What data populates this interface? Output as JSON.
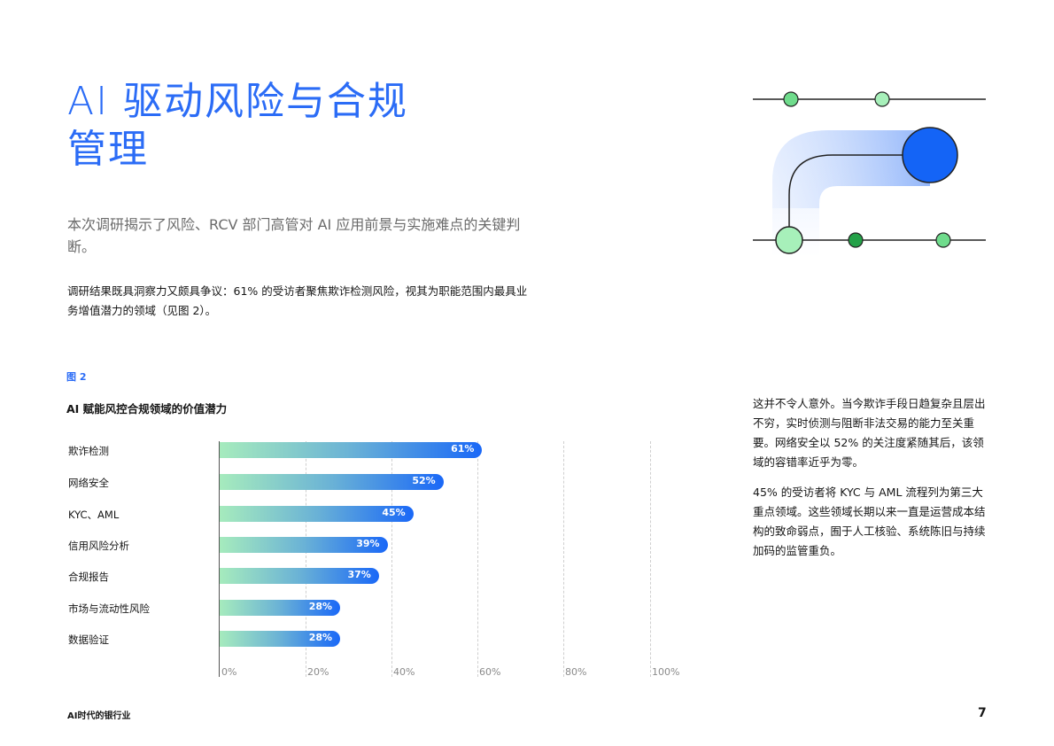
{
  "page": {
    "title_line1": "AI 驱动风险与合规",
    "title_line2": "管理",
    "lead": "本次调研揭示了风险、RCV 部门高管对 AI 应用前景与实施难点的关键判断。",
    "body1": "调研结果既具洞察力又颇具争议：61% 的受访者聚焦欺诈检测风险，视其为职能范围内最具业务增值潜力的领域（见图 2）。",
    "right_para1": "这并不令人意外。当今欺诈手段日趋复杂且层出不穷，实时侦测与阻断非法交易的能力至关重要。网络安全以 52% 的关注度紧随其后，该领域的容错率近乎为零。",
    "right_para2": "45% 的受访者将 KYC 与 AML 流程列为第三大重点领域。这些领域长期以来一直是运营成本结构的致命弱点，囿于人工核验、系统陈旧与持续加码的监管重负。",
    "footer_left": "AI时代的银行业",
    "page_number": "7"
  },
  "figure": {
    "label": "图 2",
    "title": "AI 赋能风控合规领域的价值潜力"
  },
  "illustration": {
    "icon": "network-nodes-illustration",
    "colors": {
      "blue": "#1464f6",
      "light_green": "#a6ebbd",
      "mid_green": "#6fdc8c",
      "dark_green": "#24a148"
    }
  },
  "colors": {
    "accent": "#2b6cf6",
    "bar_start": "#a6ebbd",
    "bar_end": "#1a68f7"
  },
  "chart_data": {
    "type": "bar",
    "orientation": "horizontal",
    "title": "AI 赋能风控合规领域的价值潜力",
    "categories": [
      "欺诈检测",
      "网络安全",
      "KYC、AML",
      "信用风险分析",
      "合规报告",
      "市场与流动性风险",
      "数据验证"
    ],
    "values": [
      61,
      52,
      45,
      39,
      37,
      28,
      28
    ],
    "value_labels": [
      "61%",
      "52%",
      "45%",
      "39%",
      "37%",
      "28%",
      "28%"
    ],
    "xlabel": "",
    "ylabel": "",
    "xlim": [
      0,
      100
    ],
    "ticks": [
      "0%",
      "20%",
      "40%",
      "60%",
      "80%",
      "100%"
    ],
    "grid": "vertical dashed",
    "legend": "none"
  }
}
